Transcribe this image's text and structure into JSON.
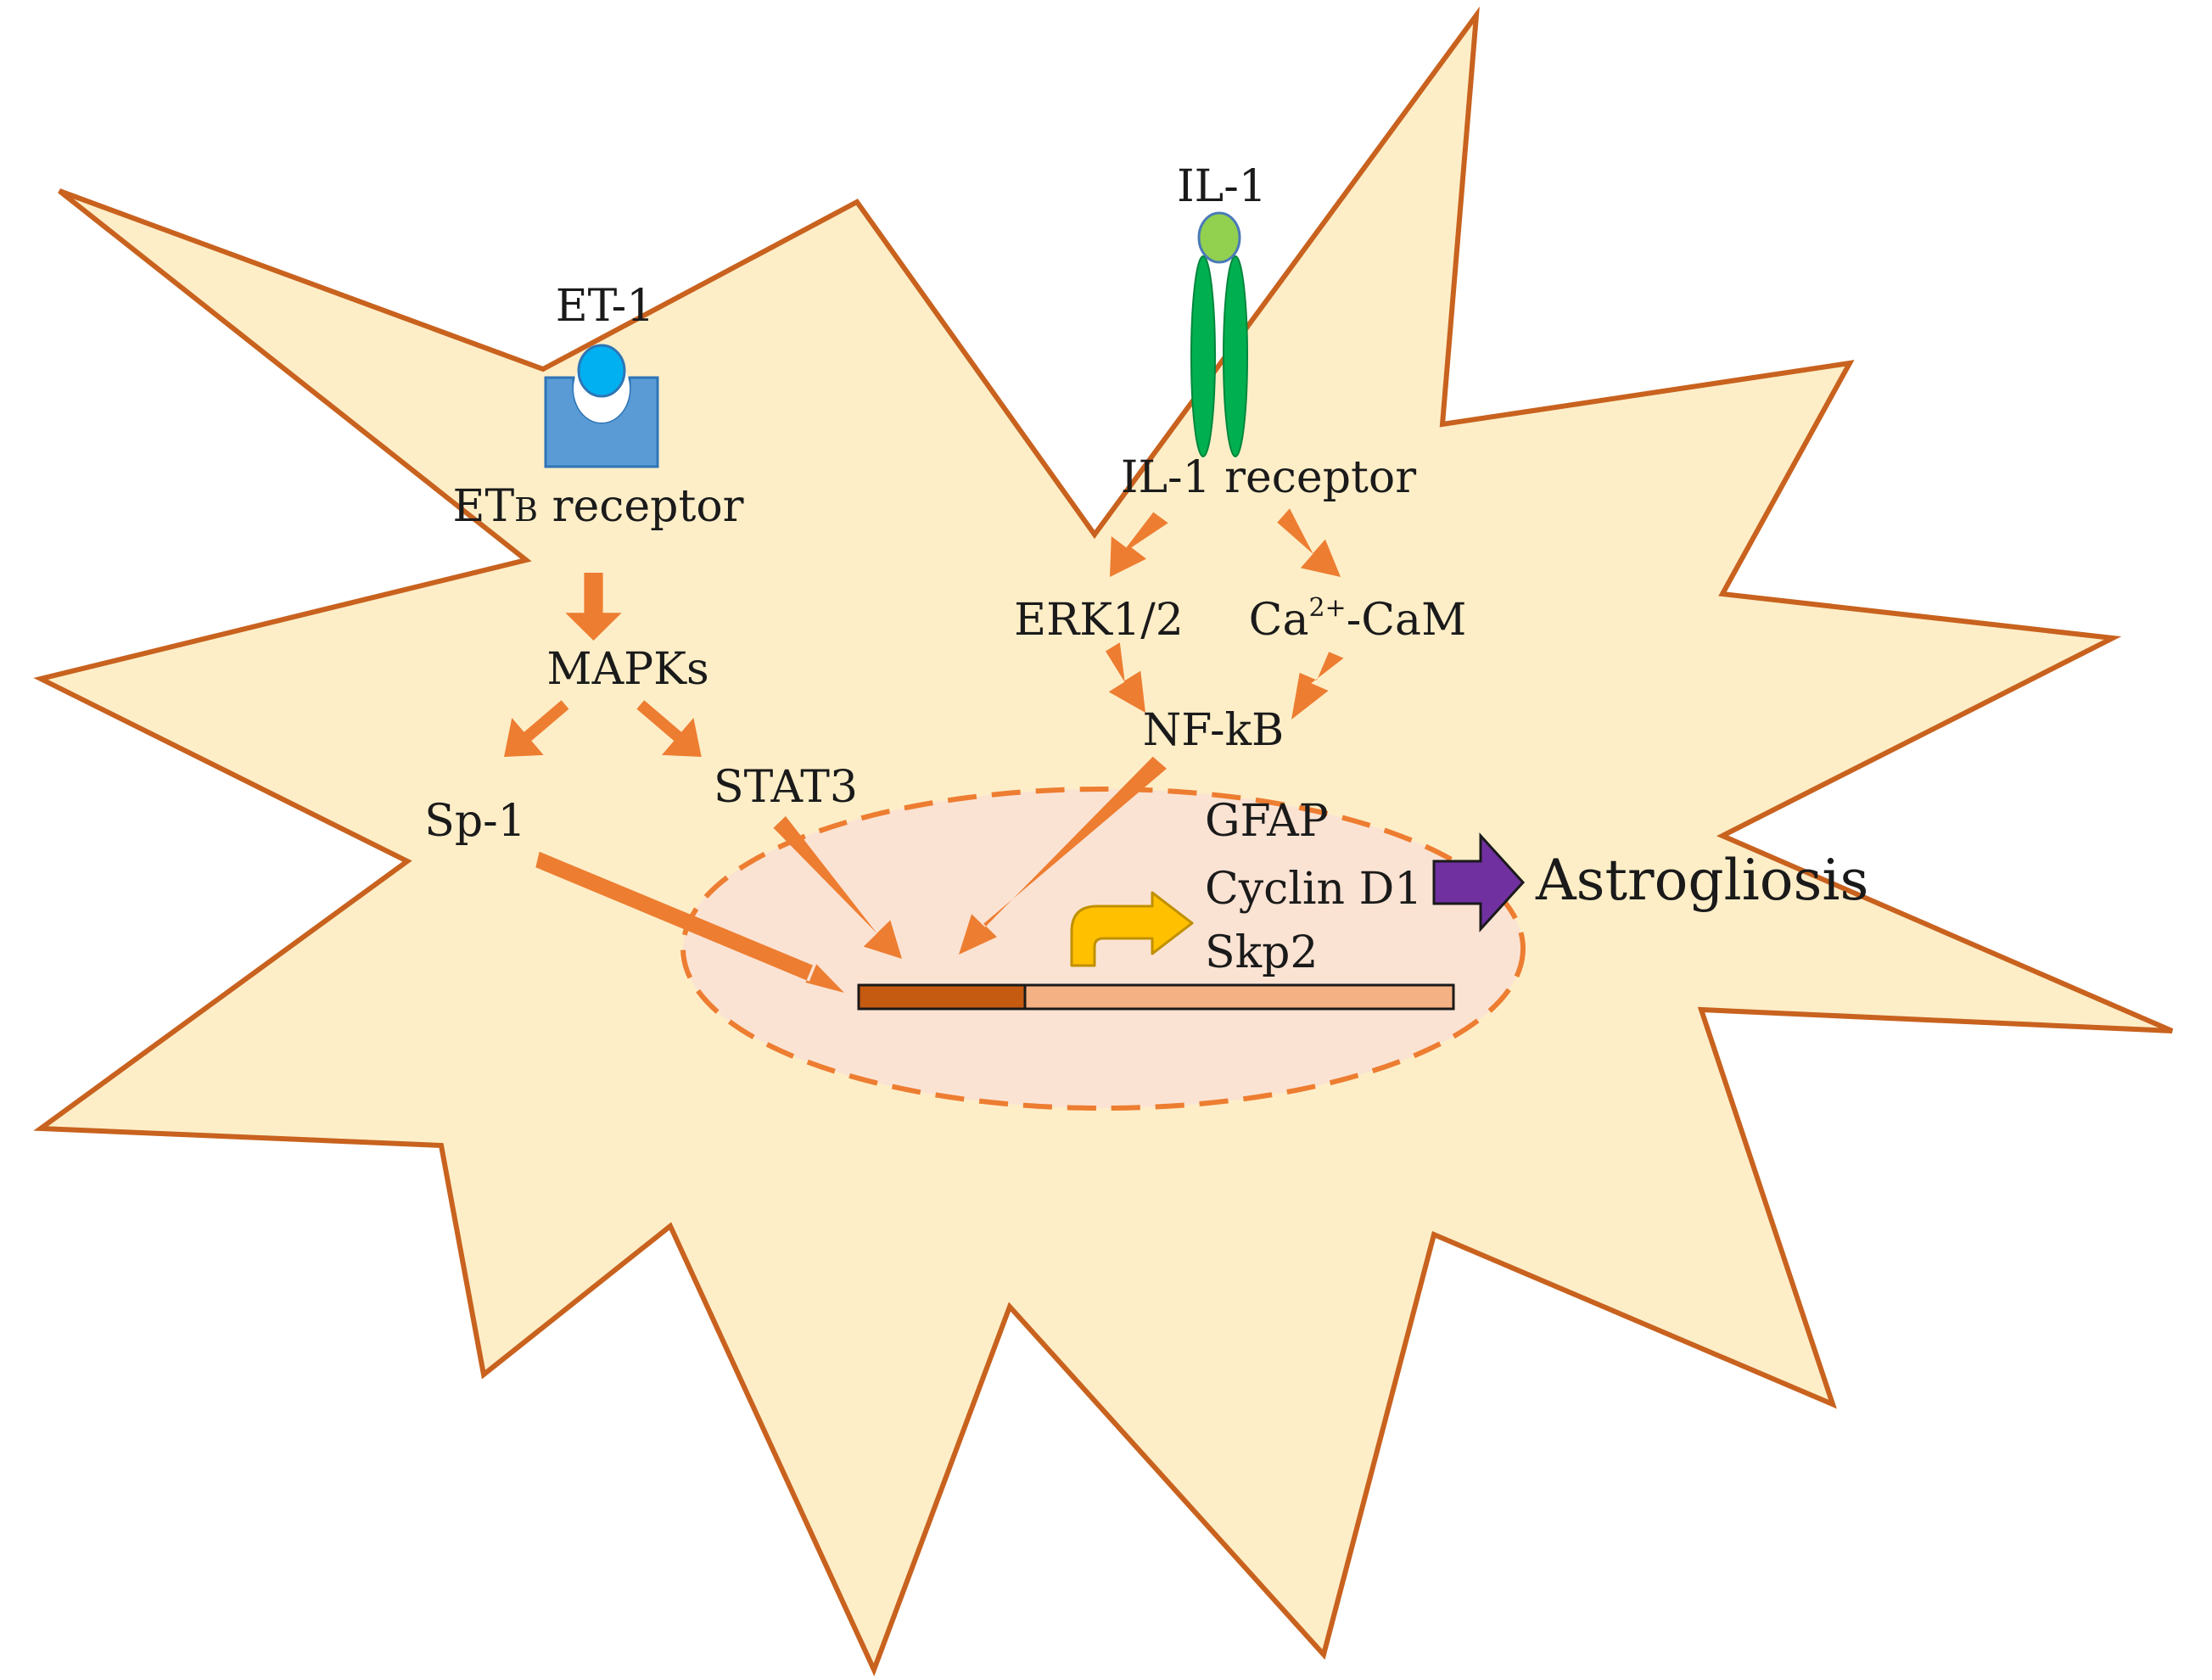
{
  "colors": {
    "cell_fill": "#fdeec8",
    "cell_stroke": "#c8621e",
    "nucleus_fill": "#fbe3d3",
    "nucleus_stroke": "#ed7d31",
    "arrow": "#ed7d31",
    "gene_dark": "#c55a11",
    "gene_light": "#f4b183",
    "transcription_arrow": "#ffc000",
    "output_arrow": "#7030a0",
    "etb_receptor": "#5b9bd5",
    "et1_ligand": "#00b0f0",
    "il1_ligand": "#92d050",
    "il1_receptor": "#00b050"
  },
  "labels": {
    "et1": "ET-1",
    "etb_prefix": "ET",
    "etb_sub": "B",
    "etb_suffix": " receptor",
    "mapks": "MAPKs",
    "sp1": "Sp-1",
    "stat3": "STAT3",
    "il1": "IL-1",
    "il1_receptor": "IL-1 receptor",
    "erk": "ERK1/2",
    "ca_prefix": "Ca",
    "ca_sup": "2+",
    "ca_suffix": "-CaM",
    "nfkb": "NF-kB",
    "genes": [
      "GFAP",
      "Cyclin D1",
      "Skp2"
    ],
    "outcome": "Astrogliosis"
  },
  "icons": {
    "etb_receptor": "receptor-cup-icon",
    "et1_ligand": "ligand-circle-icon",
    "il1_ligand": "ligand-circle-icon",
    "il1_receptor": "twin-transmembrane-receptor-icon",
    "transcription": "bent-arrow-icon",
    "output": "block-arrow-icon"
  }
}
